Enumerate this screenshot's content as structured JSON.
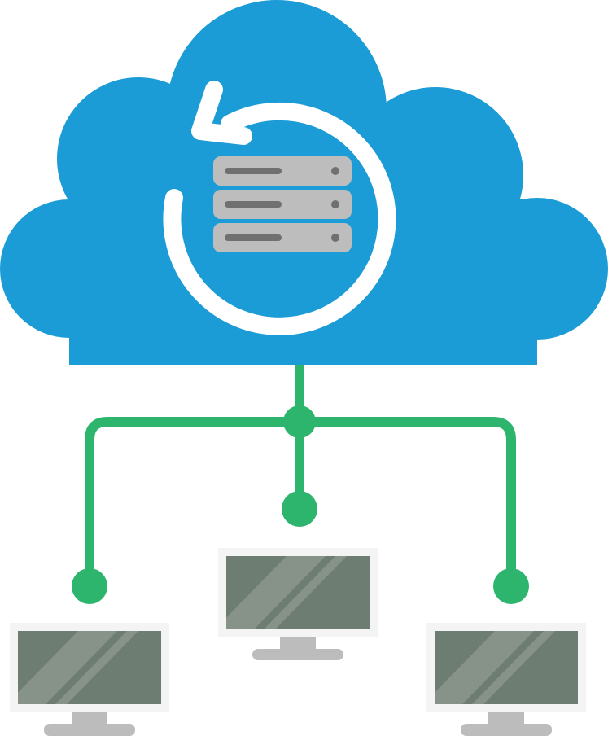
{
  "diagram": {
    "nodes": [
      {
        "id": "cloud",
        "kind": "cloud-server",
        "icon": "cloud-sync-server-icon"
      },
      {
        "id": "monitor-left",
        "kind": "computer",
        "icon": "monitor-icon"
      },
      {
        "id": "monitor-center",
        "kind": "computer",
        "icon": "monitor-icon"
      },
      {
        "id": "monitor-right",
        "kind": "computer",
        "icon": "monitor-icon"
      }
    ],
    "edges": [
      {
        "from": "cloud",
        "to": "monitor-left"
      },
      {
        "from": "cloud",
        "to": "monitor-center"
      },
      {
        "from": "cloud",
        "to": "monitor-right"
      }
    ],
    "server_units": 3
  },
  "colors": {
    "cloud": "#1b9cd6",
    "sync_arrow": "#ffffff",
    "server_body": "#bdbdbd",
    "server_detail": "#707070",
    "connector": "#2db56e",
    "monitor_frame": "#f4f4f4",
    "monitor_screen": "#6e7d72",
    "monitor_glare": "#879388",
    "monitor_stand": "#bcbcbc"
  }
}
